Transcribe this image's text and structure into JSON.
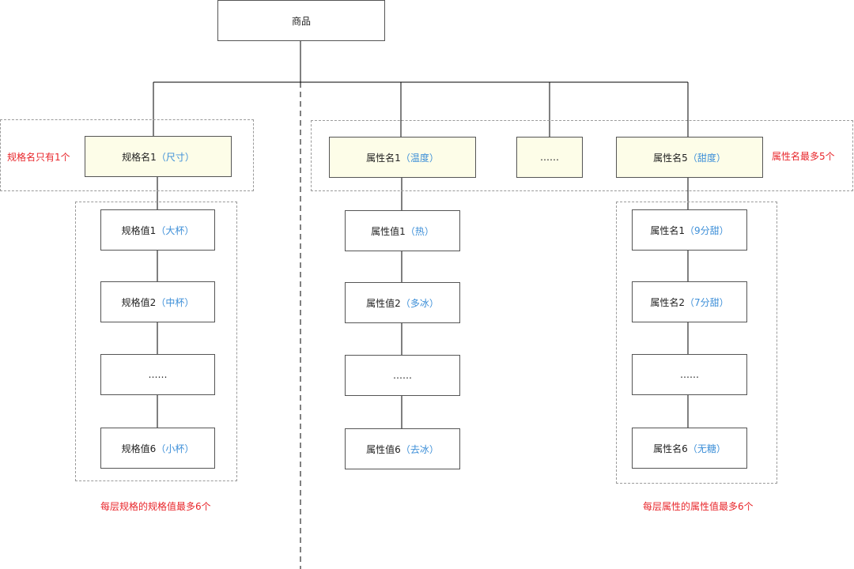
{
  "root": {
    "label": "商品"
  },
  "spec": {
    "name": {
      "text": "规格名1",
      "paren": "（尺寸）"
    },
    "values": [
      {
        "text": "规格值1",
        "paren": "（大杯）"
      },
      {
        "text": "规格值2",
        "paren": "（中杯）"
      },
      {
        "text": "……"
      },
      {
        "text": "规格值6",
        "paren": "（小杯）"
      }
    ]
  },
  "attributes": {
    "names": [
      {
        "text": "属性名1",
        "paren": "（温度）"
      },
      {
        "text": "……"
      },
      {
        "text": "属性名5",
        "paren": "（甜度）"
      }
    ],
    "values_1": [
      {
        "text": "属性值1",
        "paren": "（热）"
      },
      {
        "text": "属性值2",
        "paren": "（多冰）"
      },
      {
        "text": "……"
      },
      {
        "text": "属性值6",
        "paren": "（去冰）"
      }
    ],
    "values_5": [
      {
        "text": "属性名1",
        "paren": "（9分甜）"
      },
      {
        "text": "属性名2",
        "paren": "（7分甜）"
      },
      {
        "text": "……"
      },
      {
        "text": "属性名6",
        "paren": "（无糖）"
      }
    ]
  },
  "notes": {
    "spec_name_limit": "规格名只有1个",
    "attr_name_limit": "属性名最多5个",
    "spec_value_limit": "每层规格的规格值最多6个",
    "attr_value_limit": "每层属性的属性值最多6个"
  },
  "colors": {
    "note": "#e8262b",
    "paren": "#3d8fd8",
    "highlight_fill": "#fdfde8"
  }
}
